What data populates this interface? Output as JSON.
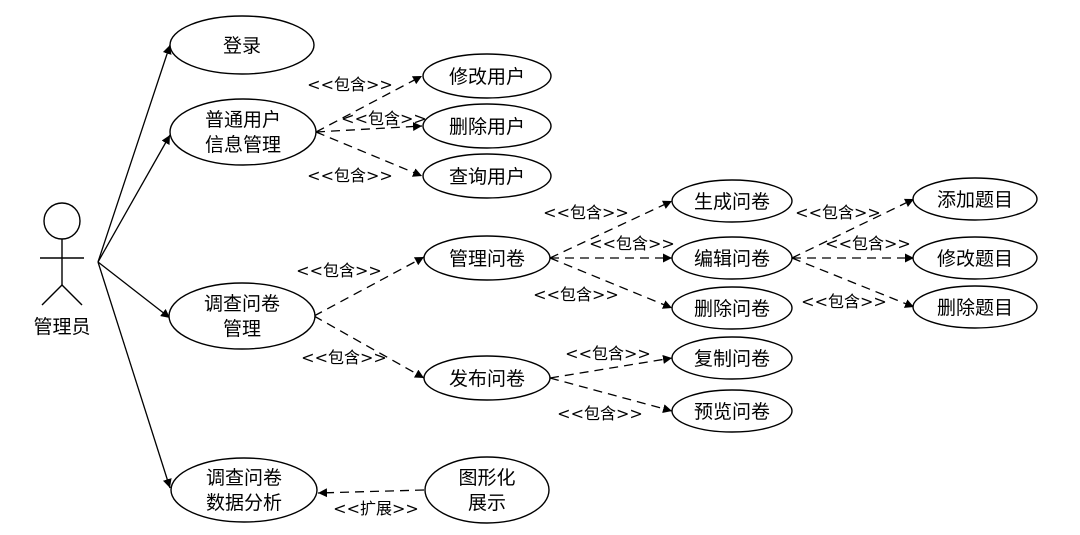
{
  "actor": {
    "label": "管理员"
  },
  "usecases": {
    "login": [
      "登录"
    ],
    "user_mgmt": [
      "普通用户",
      "信息管理"
    ],
    "modify_user": [
      "修改用户"
    ],
    "delete_user": [
      "删除用户"
    ],
    "query_user": [
      "查询用户"
    ],
    "survey_mgmt": [
      "调查问卷",
      "管理"
    ],
    "manage_q": [
      "管理问卷"
    ],
    "publish_q": [
      "发布问卷"
    ],
    "gen_q": [
      "生成问卷"
    ],
    "edit_q": [
      "编辑问卷"
    ],
    "del_q": [
      "删除问卷"
    ],
    "add_item": [
      "添加题目"
    ],
    "mod_item": [
      "修改题目"
    ],
    "del_item": [
      "删除题目"
    ],
    "copy_q": [
      "复制问卷"
    ],
    "preview_q": [
      "预览问卷"
    ],
    "analysis": [
      "调查问卷",
      "数据分析"
    ],
    "graph": [
      "图形化",
      "展示"
    ]
  },
  "relations": {
    "include": "<<包含>>",
    "extend": "<<扩展>>"
  }
}
